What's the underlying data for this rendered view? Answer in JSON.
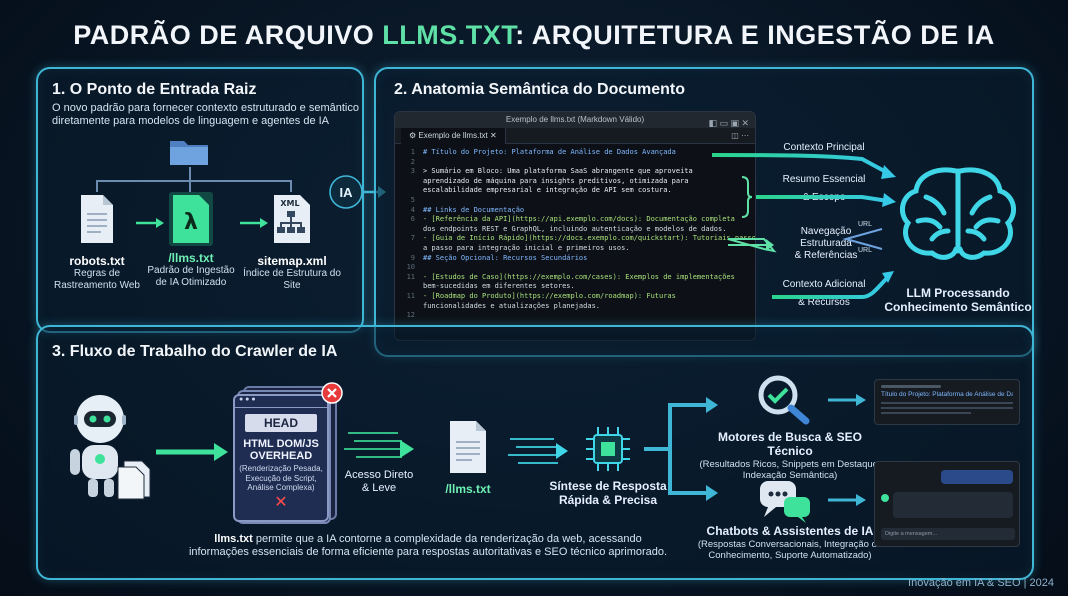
{
  "title": {
    "prefix": "PADRÃO DE ARQUIVO ",
    "highlight": "LLMS.TXT",
    "suffix": ": ARQUITETURA E INGESTÃO DE IA"
  },
  "panel1": {
    "title": "1. O Ponto de Entrada Raiz",
    "description": "O novo padrão para fornecer contexto estruturado e semântico diretamente para modelos de linguagem e agentes de IA",
    "items": [
      {
        "name": "robots.txt",
        "sub": "Regras de Rastreamento Web"
      },
      {
        "name": "/llms.txt",
        "sub": "Padrão de Ingestão de IA Otimizado"
      },
      {
        "name": "sitemap.xml",
        "sub": "Índice de Estrutura do Site"
      }
    ],
    "xml_label": "XML",
    "lambda": "λ"
  },
  "ia_badge": "IA",
  "panel2": {
    "title": "2. Anatomia Semântica do Documento",
    "editor": {
      "window_title": "Exemplo de llms.txt (Markdown Válido)",
      "tab": "Exemplo de llms.txt",
      "lines": [
        {
          "n": "1",
          "t": "# Título do Projeto: Plataforma de Análise de Dados Avançada",
          "k": "h"
        },
        {
          "n": "2",
          "t": "",
          "k": ""
        },
        {
          "n": "3",
          "t": "> Sumário em Bloco: Uma plataforma SaaS abrangente que aproveita",
          "k": "q"
        },
        {
          "n": "",
          "t": "aprendizado de máquina para insights preditivos, otimizada para",
          "k": "q"
        },
        {
          "n": "",
          "t": "escalabilidade empresarial e integração de API sem costura.",
          "k": "q"
        },
        {
          "n": "5",
          "t": "",
          "k": ""
        },
        {
          "n": "4",
          "t": "## Links de Documentação",
          "k": "h"
        },
        {
          "n": "",
          "t": "",
          "k": ""
        },
        {
          "n": "6",
          "t": "- [Referência da API](https://api.exemplo.com/docs): Documentação completa",
          "k": "lk"
        },
        {
          "n": "",
          "t": "dos endpoints REST e GraphQL, incluindo autenticação e modelos de dados.",
          "k": ""
        },
        {
          "n": "7",
          "t": "- [Guia de Início Rápido](https://docs.exemplo.com/quickstart): Tutoriais passo",
          "k": "lk"
        },
        {
          "n": "",
          "t": "a passo para integração inicial e primeiros usos.",
          "k": ""
        },
        {
          "n": "",
          "t": "",
          "k": ""
        },
        {
          "n": "9",
          "t": "## Seção Opcional: Recursos Secundários",
          "k": "h"
        },
        {
          "n": "10",
          "t": "",
          "k": ""
        },
        {
          "n": "11",
          "t": "- [Estudos de Caso](https://exemplo.com/cases): Exemplos de implementações",
          "k": "lk"
        },
        {
          "n": "",
          "t": "bem-sucedidas em diferentes setores.",
          "k": ""
        },
        {
          "n": "11",
          "t": "- [Roadmap do Produto](https://exemplo.com/roadmap): Futuras",
          "k": "lk"
        },
        {
          "n": "",
          "t": "funcionalidades e atualizações planejadas.",
          "k": ""
        },
        {
          "n": "",
          "t": "",
          "k": ""
        },
        {
          "n": "12",
          "t": "",
          "k": ""
        }
      ]
    },
    "labels": {
      "contexto_principal": "Contexto Principal",
      "resumo_1": "Resumo Essencial",
      "resumo_2": "& Escopo",
      "nav_1": "Navegação",
      "nav_2": "Estruturada",
      "nav_3": "& Referências",
      "adic_1": "Contexto Adicional",
      "adic_2": "& Recursos",
      "url": "URL"
    },
    "llm_1": "LLM Processando",
    "llm_2": "Conhecimento Semântico"
  },
  "panel3": {
    "title": "3. Fluxo de Trabalho do Crawler de IA",
    "head": "HEAD",
    "overhead_1": "HTML DOM/JS",
    "overhead_2": "OVERHEAD",
    "overhead_sub_1": "(Renderização Pesada,",
    "overhead_sub_2": "Execução de Script,",
    "overhead_sub_3": "Análise Complexa)",
    "access_1": "Acesso Direto",
    "access_2": "& Leve",
    "file": "/llms.txt",
    "synth_1": "Síntese de Resposta",
    "synth_2": "Rápida & Precisa",
    "search_title": "Motores de Busca & SEO Técnico",
    "search_sub_1": "(Resultados Ricos, Snippets em Destaque,",
    "search_sub_2": "Indexação Semântica)",
    "chat_title": "Chatbots & Assistentes de IA",
    "chat_sub_1": "(Respostas Conversacionais, Integração de",
    "chat_sub_2": "Conhecimento, Suporte Automatizado)",
    "serp_title": "Título do Projeto: Plataforma de Análise de Dados ...",
    "chat_input": "Digite a mensagem...",
    "note_bold": "llms.txt",
    "note_rest": " permite que a IA contorne a complexidade da renderização da web, acessando informações essenciais de forma eficiente para respostas autoritativas e SEO técnico aprimorado."
  },
  "credit": "Inovação em IA & SEO | 2024",
  "colors": {
    "accent_cyan": "#3fb6d6",
    "accent_green": "#5ee0a6",
    "background": "#081523"
  }
}
